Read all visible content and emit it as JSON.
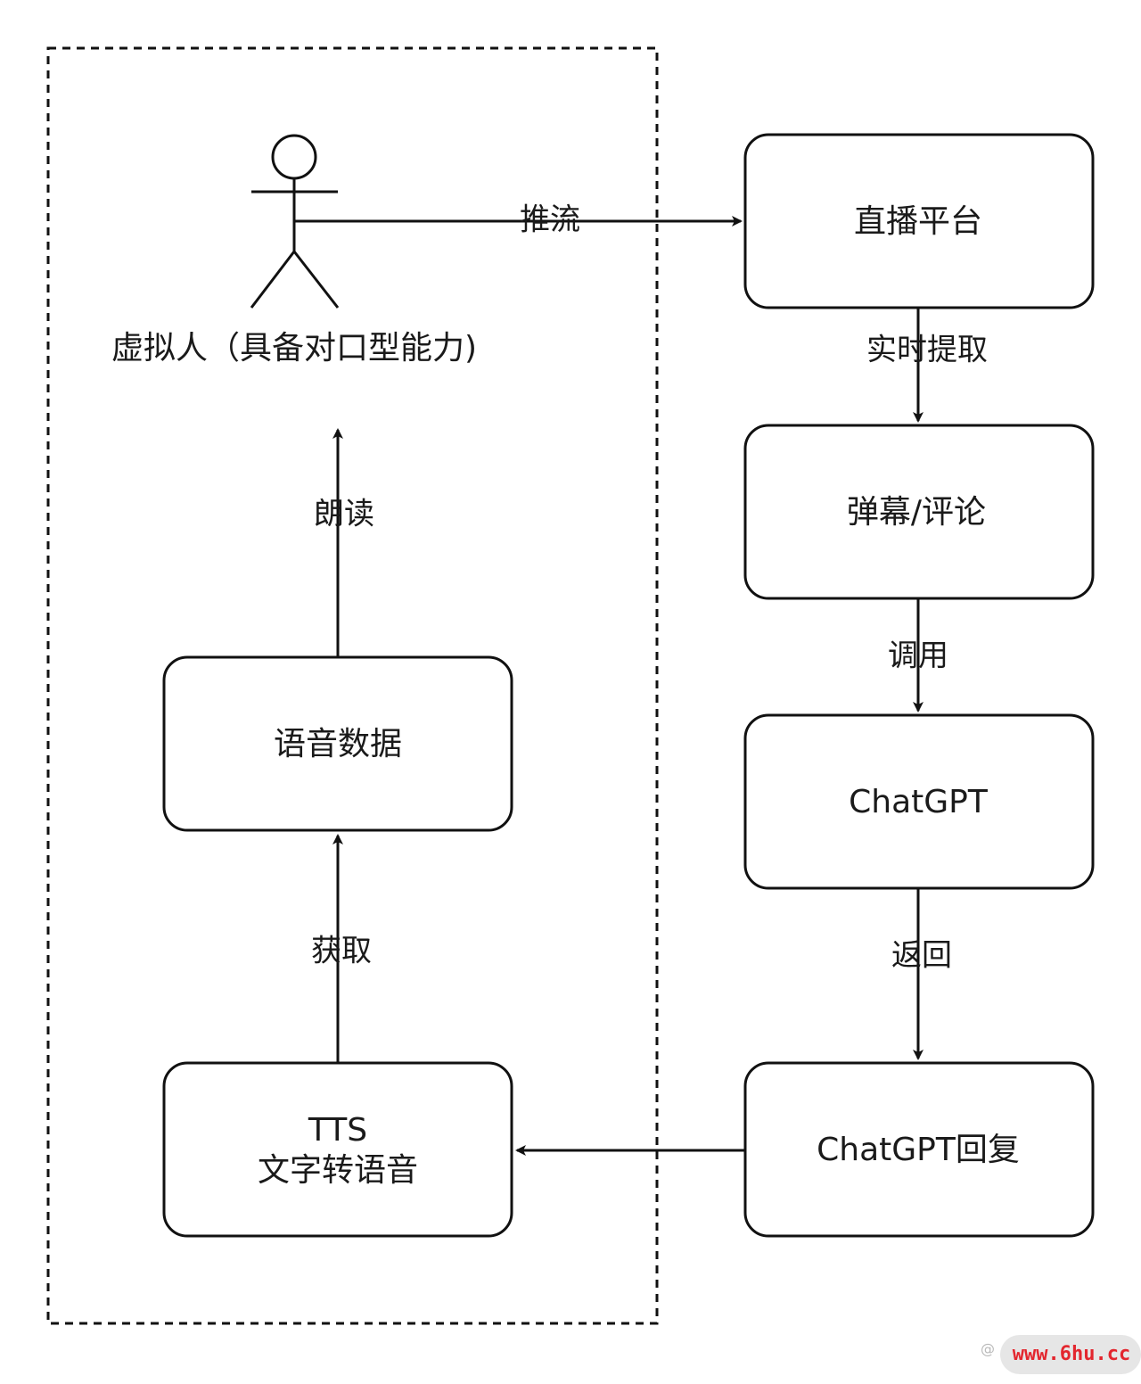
{
  "actor": {
    "label": "虚拟人（具备对口型能力)"
  },
  "nodes": {
    "live_platform": "直播平台",
    "danmaku": "弹幕/评论",
    "chatgpt": "ChatGPT",
    "chatgpt_reply": "ChatGPT回复",
    "tts_line1": "TTS",
    "tts_line2": "文字转语音",
    "voice_data": "语音数据"
  },
  "edges": {
    "push_stream": "推流",
    "realtime_fetch": "实时提取",
    "invoke": "调用",
    "return": "返回",
    "obtain": "获取",
    "read_aloud": "朗读"
  },
  "watermark": {
    "text": "www.6hu.cc"
  }
}
